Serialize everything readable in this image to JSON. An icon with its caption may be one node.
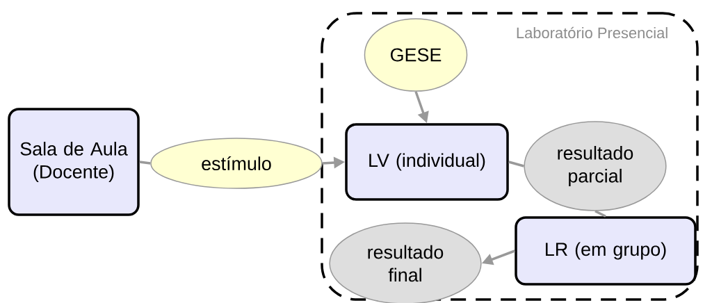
{
  "diagram": {
    "nodes": [
      {
        "text": [
          "Laboratório Presencial"
        ]
      },
      {
        "text": [
          "Sala de Aula (Docente)"
        ]
      },
      {
        "text": [
          "estímulo"
        ]
      },
      {
        "text": [
          "GESE"
        ],
        "in": 0
      },
      {
        "text": [
          "LV (individual)"
        ],
        "in": 0
      },
      {
        "text": [
          "resultado parcial"
        ],
        "in": 0
      },
      {
        "text": [
          "LR (em grupo)"
        ],
        "in": 0
      },
      {
        "text": [
          "resultado final"
        ],
        "in": 0
      }
    ],
    "edges": [
      {
        "from": 1,
        "to": 2,
        "arrow": "none"
      },
      {
        "from": 2,
        "to": 4,
        "arrow": "to"
      },
      {
        "from": 3,
        "to": 4,
        "arrow": "to"
      },
      {
        "from": 4,
        "to": 5,
        "arrow": "none"
      },
      {
        "from": 5,
        "to": 6,
        "arrow": "none"
      },
      {
        "from": 6,
        "to": 7,
        "arrow": "to"
      }
    ]
  }
}
